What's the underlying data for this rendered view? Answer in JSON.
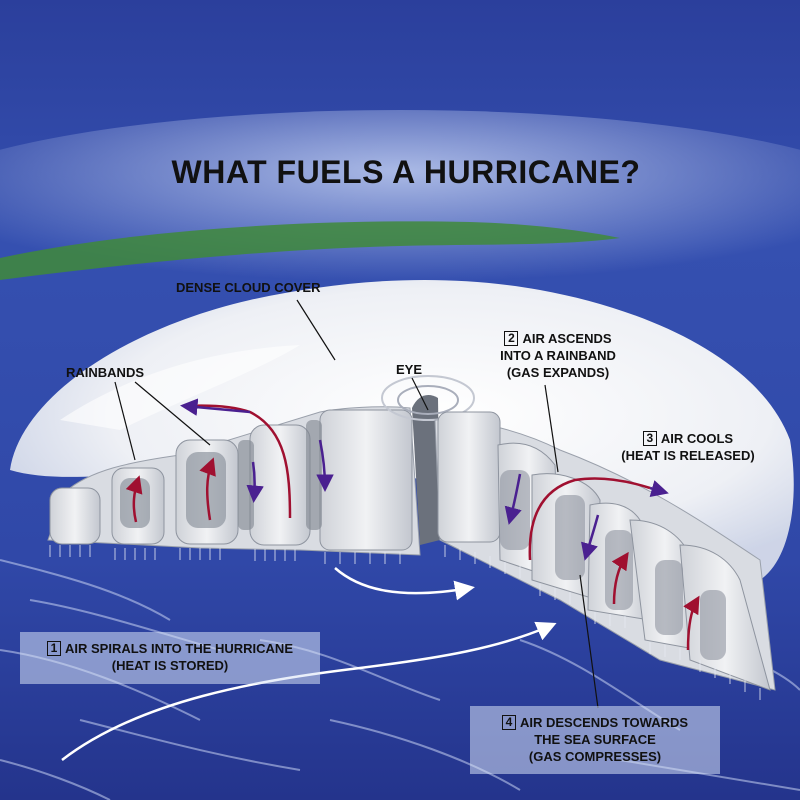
{
  "title": "WHAT FUELS A HURRICANE?",
  "labels": {
    "dense_cloud_cover": "DENSE CLOUD COVER",
    "rainbands": "RAINBANDS",
    "eye": "EYE"
  },
  "steps": [
    {
      "number": "1",
      "line1": "AIR SPIRALS INTO THE HURRICANE",
      "line2": "(HEAT IS STORED)"
    },
    {
      "number": "2",
      "line1": "AIR ASCENDS",
      "line2": "INTO A RAINBAND",
      "line3": "(GAS EXPANDS)"
    },
    {
      "number": "3",
      "line1": "AIR COOLS",
      "line2": "(HEAT IS RELEASED)"
    },
    {
      "number": "4",
      "line1": "AIR DESCENDS TOWARDS",
      "line2": "THE SEA SURFACE",
      "line3": "(GAS COMPRESSES)"
    }
  ],
  "colors": {
    "ocean": "#2a3f9e",
    "cloud": "#eef1f6",
    "warm_arrow": "#a01030",
    "cool_arrow": "#4a2090",
    "flow_arrow": "#ffffff",
    "land": "#3f8a3a"
  }
}
